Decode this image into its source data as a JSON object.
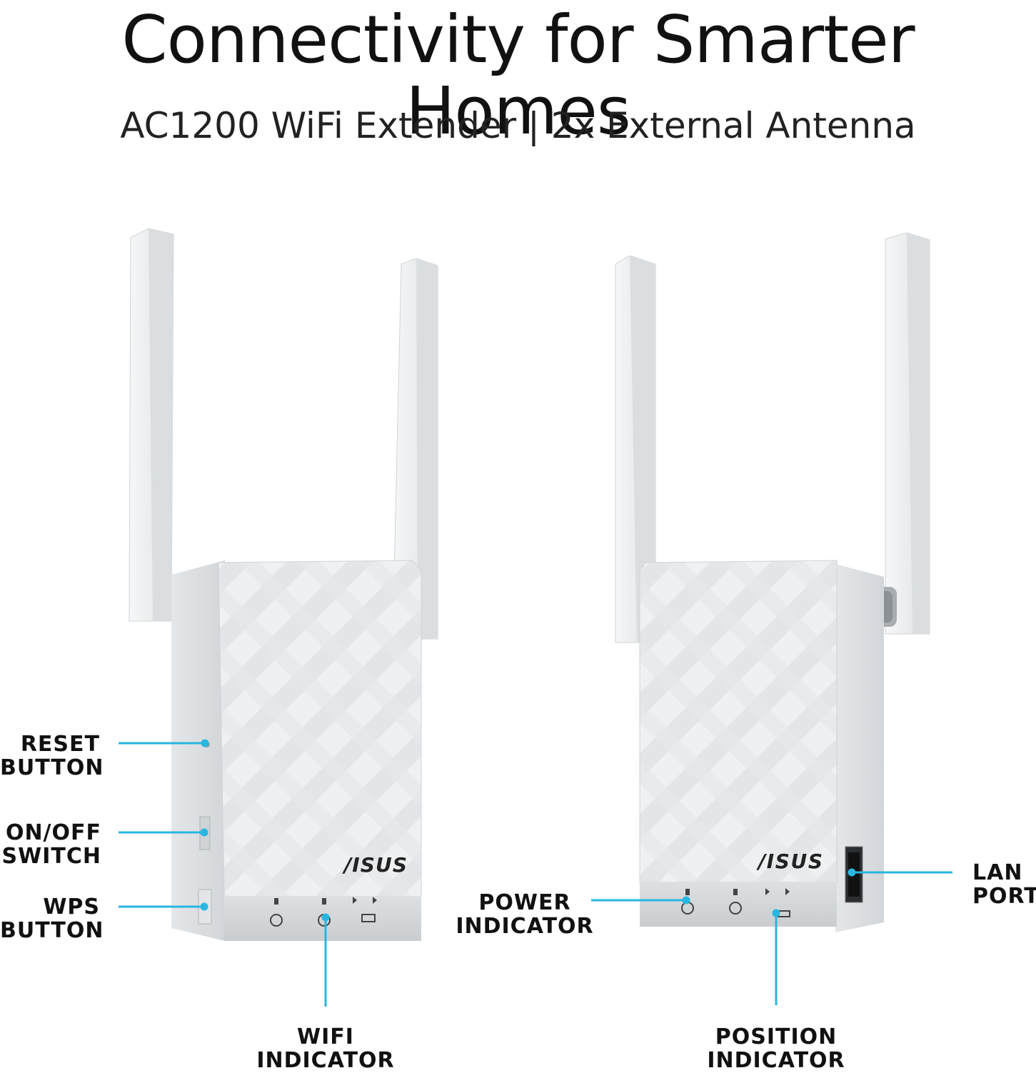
{
  "header": {
    "title": "Connectivity for Smarter Homes",
    "subtitle": "AC1200 WiFi Extender | 2x External Antenna"
  },
  "callouts": {
    "reset": [
      "RESET",
      "BUTTON"
    ],
    "onoff": [
      "ON/OFF",
      "SWITCH"
    ],
    "wps": [
      "WPS",
      "BUTTON"
    ],
    "wifi": [
      "WIFI",
      "INDICATOR"
    ],
    "power": [
      "POWER",
      "INDICATOR"
    ],
    "position": [
      "POSITION",
      "INDICATOR"
    ],
    "lan": [
      "LAN",
      "PORT"
    ]
  },
  "device": {
    "brand": "/ISUS"
  },
  "colors": {
    "callout_line": "#29b6e0",
    "device_body": "#eceeef",
    "device_side": "#dfe2e4",
    "panel": "#d3d6d8"
  }
}
